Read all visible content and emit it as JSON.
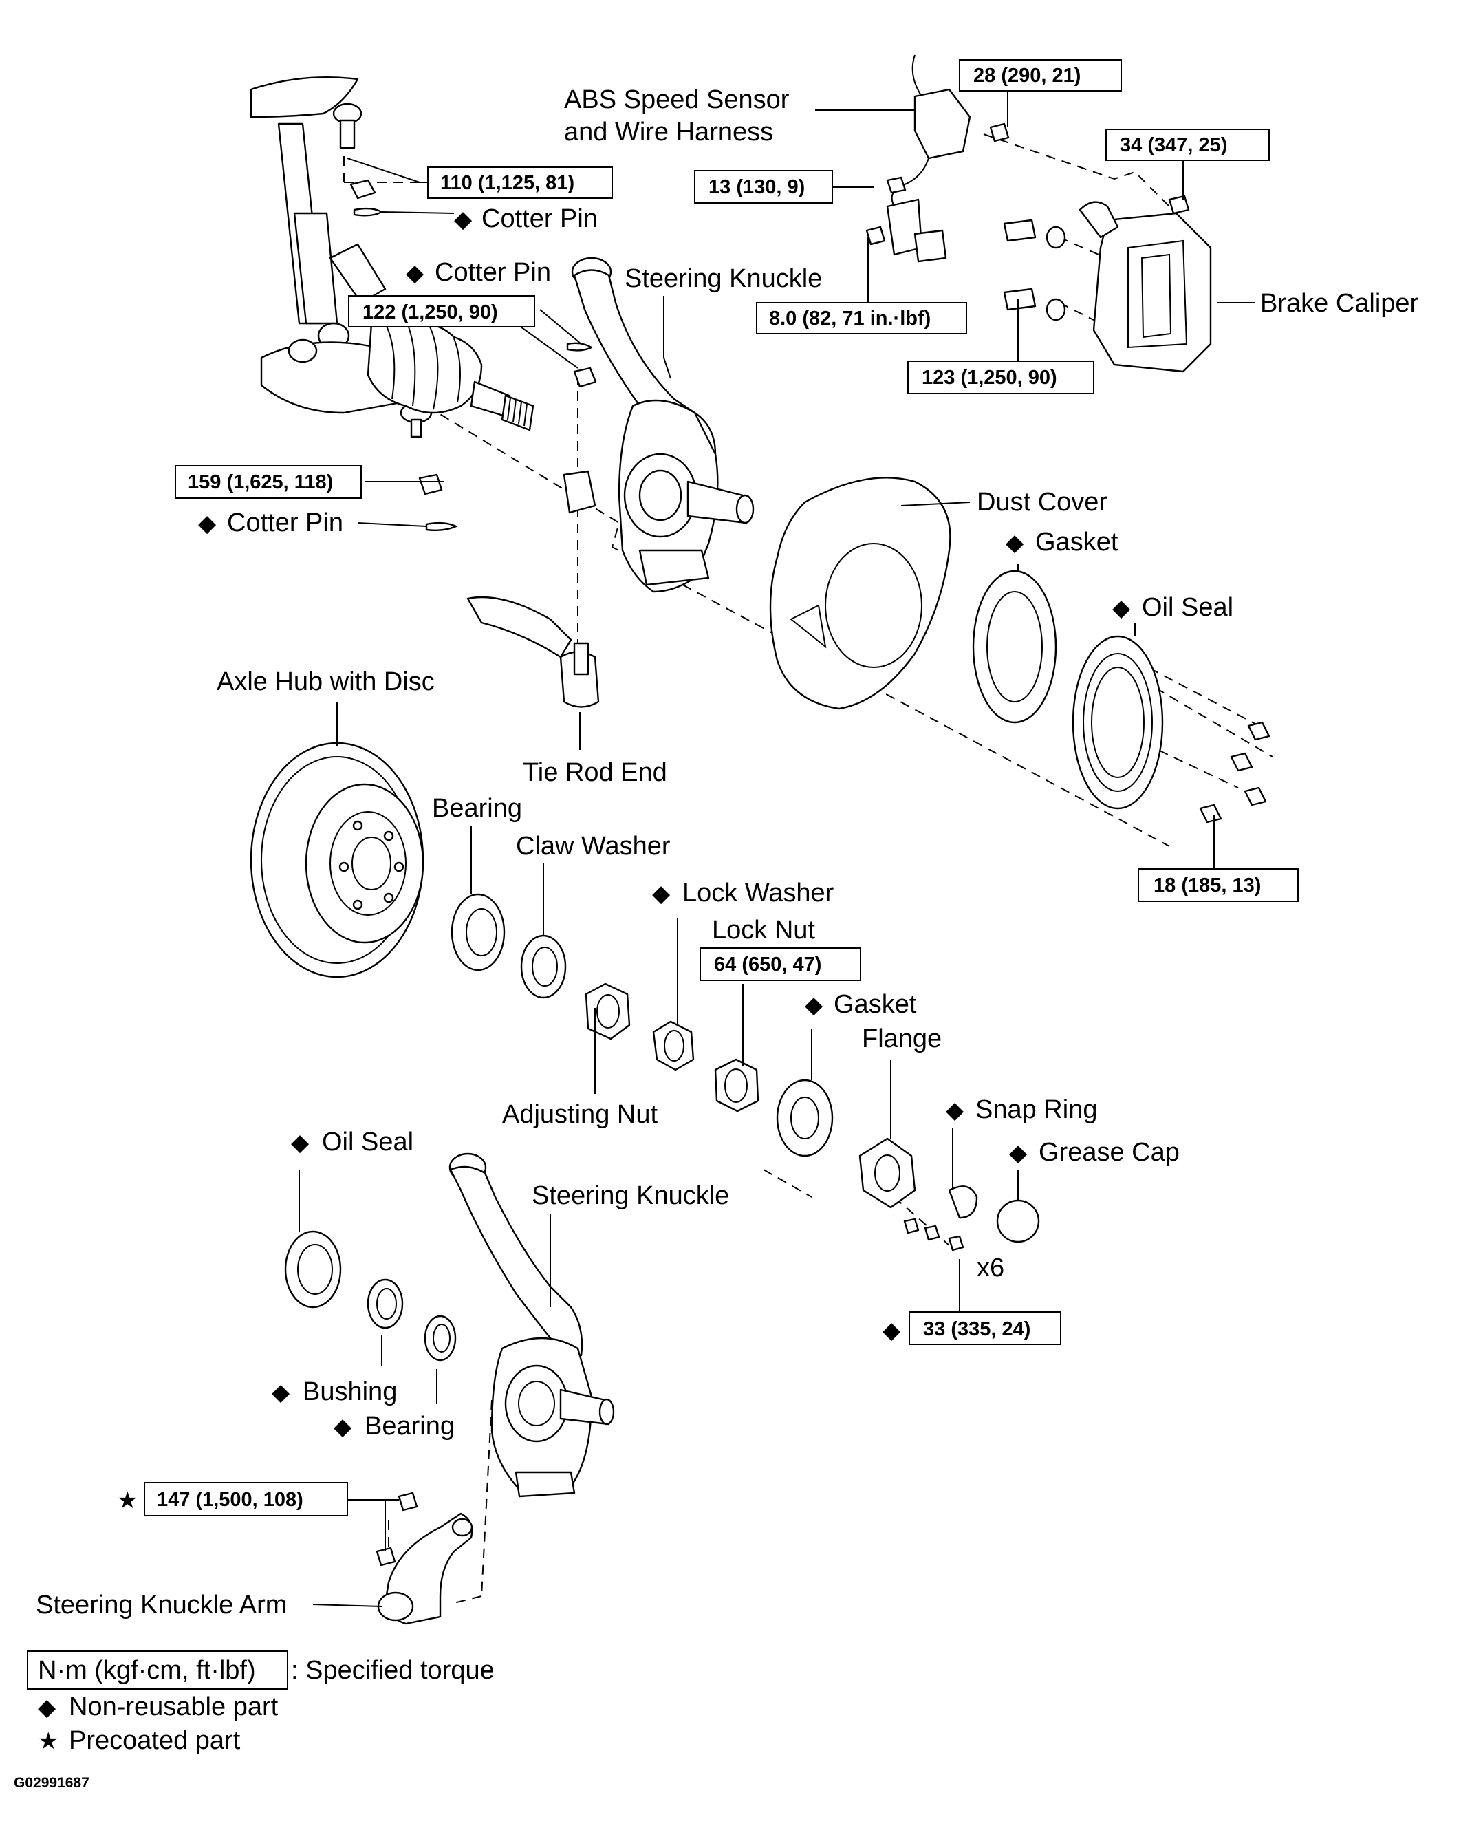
{
  "labels": {
    "abs_sensor_1": "ABS Speed Sensor",
    "abs_sensor_2": "and Wire Harness",
    "brake_caliper": "Brake Caliper",
    "steering_knuckle_upper": "Steering Knuckle",
    "steering_knuckle_lower": "Steering Knuckle",
    "cotter_pin_1": "Cotter Pin",
    "cotter_pin_2": "Cotter Pin",
    "cotter_pin_3": "Cotter Pin",
    "dust_cover": "Dust Cover",
    "gasket_1": "Gasket",
    "gasket_2": "Gasket",
    "oil_seal_1": "Oil Seal",
    "oil_seal_2": "Oil Seal",
    "axle_hub": "Axle Hub with Disc",
    "tie_rod_end": "Tie Rod End",
    "bearing_1": "Bearing",
    "bearing_2": "Bearing",
    "claw_washer": "Claw Washer",
    "lock_washer": "Lock Washer",
    "lock_nut": "Lock Nut",
    "adjusting_nut": "Adjusting Nut",
    "flange": "Flange",
    "snap_ring": "Snap Ring",
    "grease_cap": "Grease Cap",
    "bushing": "Bushing",
    "steering_knuckle_arm": "Steering Knuckle Arm",
    "x6": "x6"
  },
  "torques": {
    "t28": "28 (290, 21)",
    "t34": "34 (347, 25)",
    "t13": "13 (130, 9)",
    "t110": "110 (1,125, 81)",
    "t122": "122 (1,250, 90)",
    "t8": "8.0 (82, 71 in.·lbf)",
    "t123": "123 (1,250, 90)",
    "t159": "159 (1,625, 118)",
    "t18": "18 (185, 13)",
    "t64": "64 (650, 47)",
    "t33": "33 (335, 24)",
    "t147": "147 (1,500, 108)"
  },
  "symbols": {
    "non_reusable": "◆",
    "precoated": "★"
  },
  "legend": {
    "units_box": "N·m (kgf·cm, ft·lbf)",
    "units_desc": ": Specified torque",
    "non_reusable": "Non-reusable part",
    "precoated": "Precoated part"
  },
  "figure_id": "G02991687"
}
